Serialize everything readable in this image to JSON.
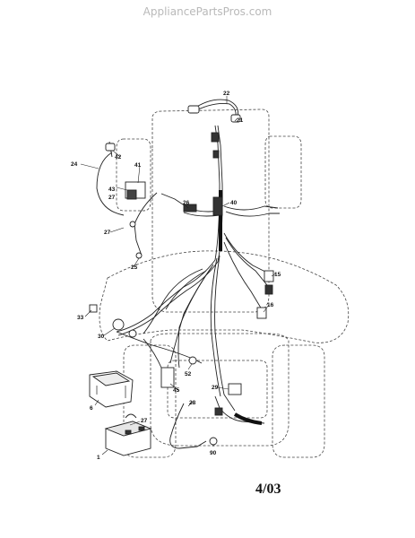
{
  "watermark": "AppliancePartsPros.com",
  "date_mark": "4/03",
  "callouts": {
    "c1": "1",
    "c6": "6",
    "c15": "15",
    "c16": "16",
    "c21": "21",
    "c22": "22",
    "c24": "24",
    "c25": "25",
    "c26": "26",
    "c27a": "27",
    "c27b": "27",
    "c27c": "27",
    "c28": "28",
    "c29": "29",
    "c30": "30",
    "c33": "33",
    "c40": "40",
    "c41": "41",
    "c42": "42",
    "c43": "43",
    "c45": "45",
    "c52": "52",
    "c90": "90"
  },
  "colors": {
    "line": "#222222",
    "dash": "#444444"
  }
}
